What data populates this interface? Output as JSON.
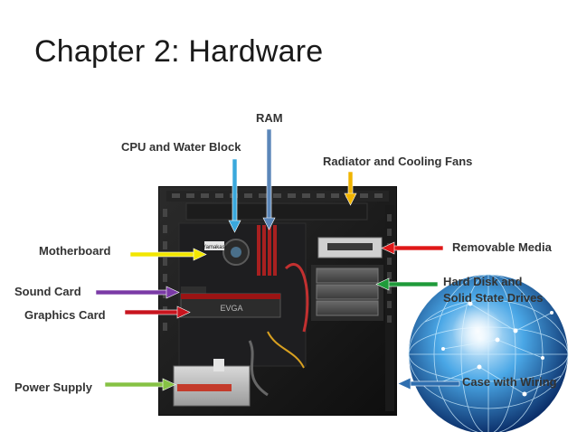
{
  "slide": {
    "title": "Chapter 2: Hardware"
  },
  "labels": {
    "ram": "RAM",
    "cpu": "CPU and Water Block",
    "radiator": "Radiator and Cooling Fans",
    "motherboard": "Motherboard",
    "removable": "Removable Media",
    "sound": "Sound Card",
    "hdd_line1": "Hard Disk and",
    "hdd_line2": "Solid State Drives",
    "graphics": "Graphics Card",
    "power": "Power Supply",
    "case": "Case with Wiring"
  },
  "photo": {
    "gpu_brand": "EVGA",
    "block_brand": "Yamakasi"
  },
  "colors": {
    "ram_arrow": "#5b86b8",
    "cpu_arrow": "#3aa8dc",
    "radiator_arrow": "#f0b400",
    "motherboard_arrow": "#f2e600",
    "removable_arrow": "#e01818",
    "sound_arrow": "#7a3aa6",
    "hdd_arrow": "#1f9b3a",
    "graphics_arrow": "#c8141e",
    "power_arrow": "#86c244",
    "case_arrow": "#2f6fb0"
  }
}
